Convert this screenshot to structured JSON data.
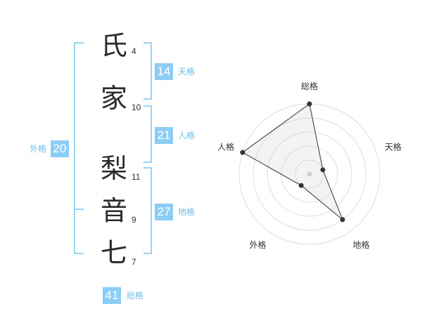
{
  "name": {
    "chars": [
      {
        "char": "氏",
        "strokes": "4"
      },
      {
        "char": "家",
        "strokes": "10"
      },
      {
        "char": "梨",
        "strokes": "11"
      },
      {
        "char": "音",
        "strokes": "9"
      },
      {
        "char": "七",
        "strokes": "7"
      }
    ]
  },
  "kaku": {
    "tenkaku": {
      "value": "14",
      "label": "天格"
    },
    "jinkaku": {
      "value": "21",
      "label": "人格"
    },
    "chikaku": {
      "value": "27",
      "label": "地格"
    },
    "gaikaku": {
      "value": "20",
      "label": "外格"
    },
    "soukaku": {
      "value": "41",
      "label": "総格"
    }
  },
  "colors": {
    "accent": "#8ccdf5",
    "bracket": "#9cd3f4",
    "label": "#6fbde9"
  },
  "chart_data": {
    "type": "radar",
    "axes": [
      "総格",
      "天格",
      "地格",
      "外格",
      "人格"
    ],
    "max": 5,
    "rings": 5,
    "values": [
      5,
      1,
      4,
      1,
      5
    ]
  }
}
